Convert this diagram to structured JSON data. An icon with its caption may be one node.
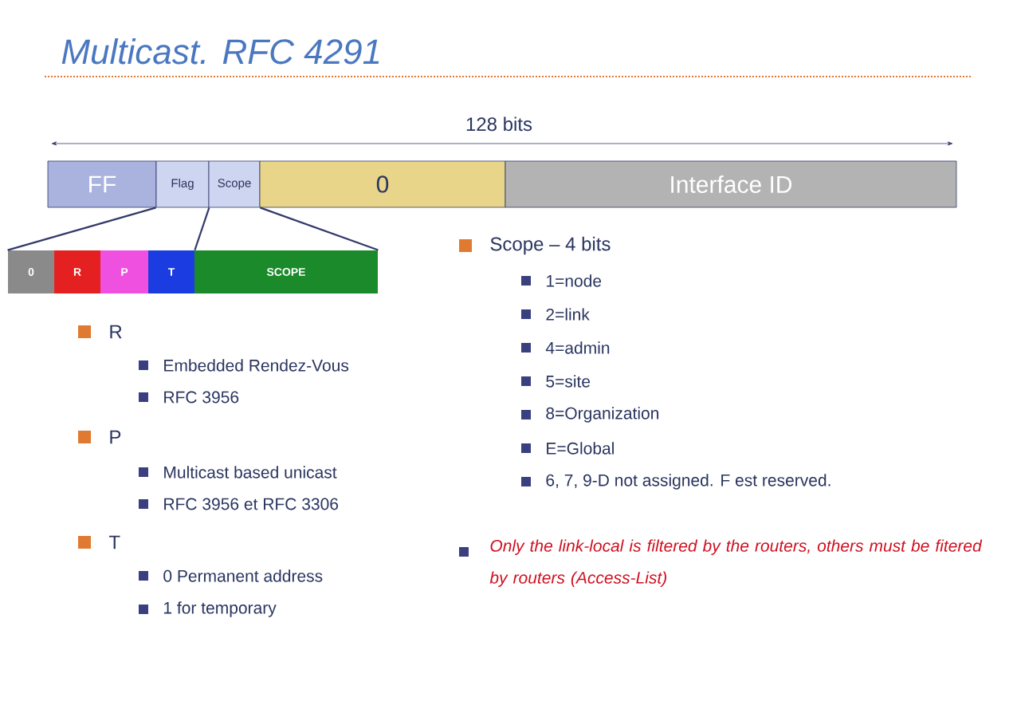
{
  "diagram": {
    "title": "Multicast. RFC 4291",
    "nodes": [
      {
        "text": [
          "FF"
        ]
      },
      {
        "text": [
          "Flag"
        ]
      },
      {
        "text": [
          "Scope"
        ]
      },
      {
        "text": [
          "0"
        ]
      },
      {
        "text": [
          "Interface ID"
        ]
      },
      {
        "text": [
          "0"
        ]
      },
      {
        "text": [
          "R"
        ]
      },
      {
        "text": [
          "P"
        ]
      },
      {
        "text": [
          "T"
        ]
      },
      {
        "text": [
          "SCOPE"
        ]
      }
    ],
    "edges": [
      {
        "from": 1,
        "to": 5,
        "arrow": "none"
      },
      {
        "from": 1,
        "to": 8,
        "arrow": "none"
      },
      {
        "from": 2,
        "to": 9,
        "arrow": "none"
      }
    ],
    "labels": [
      "128 bits",
      "R",
      "Embedded Rendez-Vous",
      "RFC 3956",
      "P",
      "Multicast based unicast",
      "RFC 3956 et RFC 3306",
      "T",
      "0 Permanent address",
      "1 for temporary",
      "Scope – 4 bits",
      "1=node",
      "2=link",
      "4=admin",
      "5=site",
      "8=Organization",
      "E=Global",
      "6, 7, 9-D not assigned. F est reserved.",
      "Only the link-local is filtered by the routers, others must be fitered by routers (Access-List)"
    ]
  }
}
